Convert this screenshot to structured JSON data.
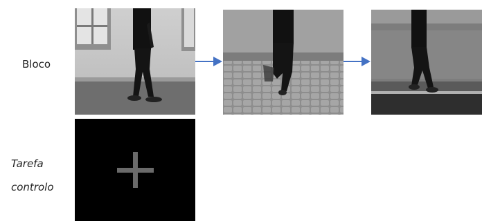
{
  "labels": {
    "block": "Bloco",
    "control_line1": "Tarefa",
    "control_line2": "controlo"
  },
  "images": [
    {
      "name": "walking-photo-wall",
      "description": "person walking in front of building wall"
    },
    {
      "name": "walking-photo-cobblestone",
      "description": "person walking on cobblestone towards camera"
    },
    {
      "name": "walking-photo-grass",
      "description": "person walking on path near grass"
    },
    {
      "name": "fixation-cross-image",
      "description": "grey fixation cross on black"
    }
  ],
  "colors": {
    "arrow": "#4472C4",
    "cross": "#6a6a6a",
    "control_bg": "#000000"
  }
}
